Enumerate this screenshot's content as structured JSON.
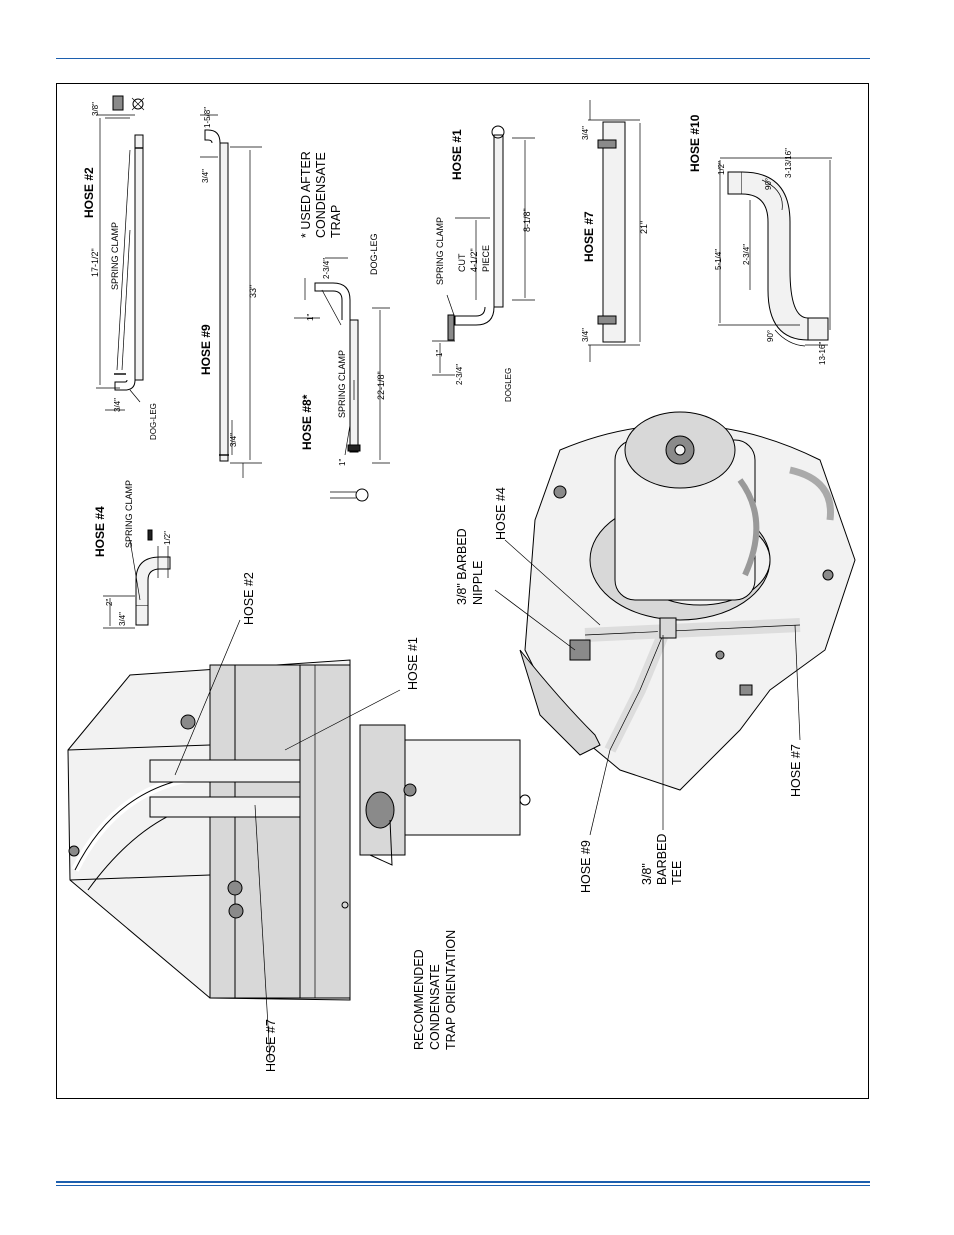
{
  "colors": {
    "accent_rule": "#1c5fae"
  },
  "labels": {
    "hose2": "HOSE #2",
    "hose4": "HOSE #4",
    "hose9": "HOSE #9",
    "hose8": "HOSE #8*",
    "hose1": "HOSE #1",
    "hose7": "HOSE #7",
    "hose10": "HOSE #10",
    "spring_clamp": "SPRING CLAMP",
    "dog_leg": "DOG-LEG",
    "dogleg_nohyphen": "DOGLEG",
    "used_after": [
      "* USED AFTER",
      "CONDENSATE",
      "TRAP"
    ],
    "cut_piece": [
      "CUT",
      "4-1/2\"",
      "PIECE"
    ],
    "barbed_nipple": [
      "3/8\" BARBED",
      "NIPPLE"
    ],
    "barbed_tee": [
      "3/8\"",
      "BARBED",
      "TEE"
    ],
    "recommended": [
      "RECOMMENDED",
      "CONDENSATE",
      "TRAP ORIENTATION"
    ]
  },
  "dims": {
    "d_3_8": "3/8\"",
    "d_17_1_2": "17-1/2\"",
    "d_3_4": "3/4\"",
    "d_1_5_8": "1-5/8\"",
    "d_33": "33\"",
    "d_2_3_4": "2-3/4\"",
    "d_1": "1\"",
    "d_22_1_8": "22-1/8\"",
    "d_8_1_8": "8-1/8\"",
    "d_21": "21\"",
    "d_1_2": "1/2\"",
    "d_2": "2\"",
    "d_3_13_16": "3-13/16\"",
    "d_90": "90°",
    "d_5_1_4": "5-1/4\"",
    "d_13_16": "13-16\""
  }
}
